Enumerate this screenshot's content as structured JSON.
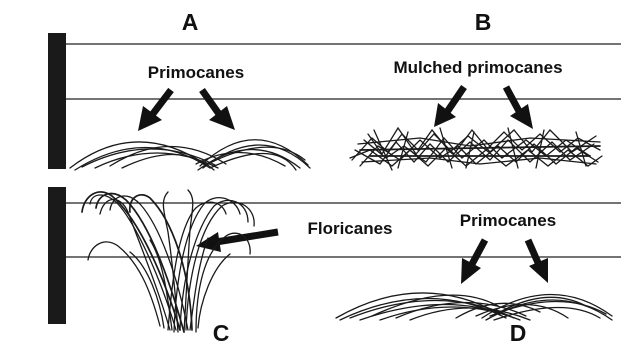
{
  "panels": {
    "a": {
      "letter": "A",
      "caption": "Primocanes"
    },
    "b": {
      "letter": "B",
      "caption": "Mulched primocanes"
    },
    "c": {
      "letter": "C",
      "caption": "Floricanes"
    },
    "d": {
      "letter": "D",
      "caption": "Primocanes"
    }
  },
  "colors": {
    "ink": "#111111",
    "post": "#1a1a1a",
    "background": "#ffffff"
  },
  "icons": {
    "post": "trellis-post",
    "arrow": "solid-arrow"
  }
}
